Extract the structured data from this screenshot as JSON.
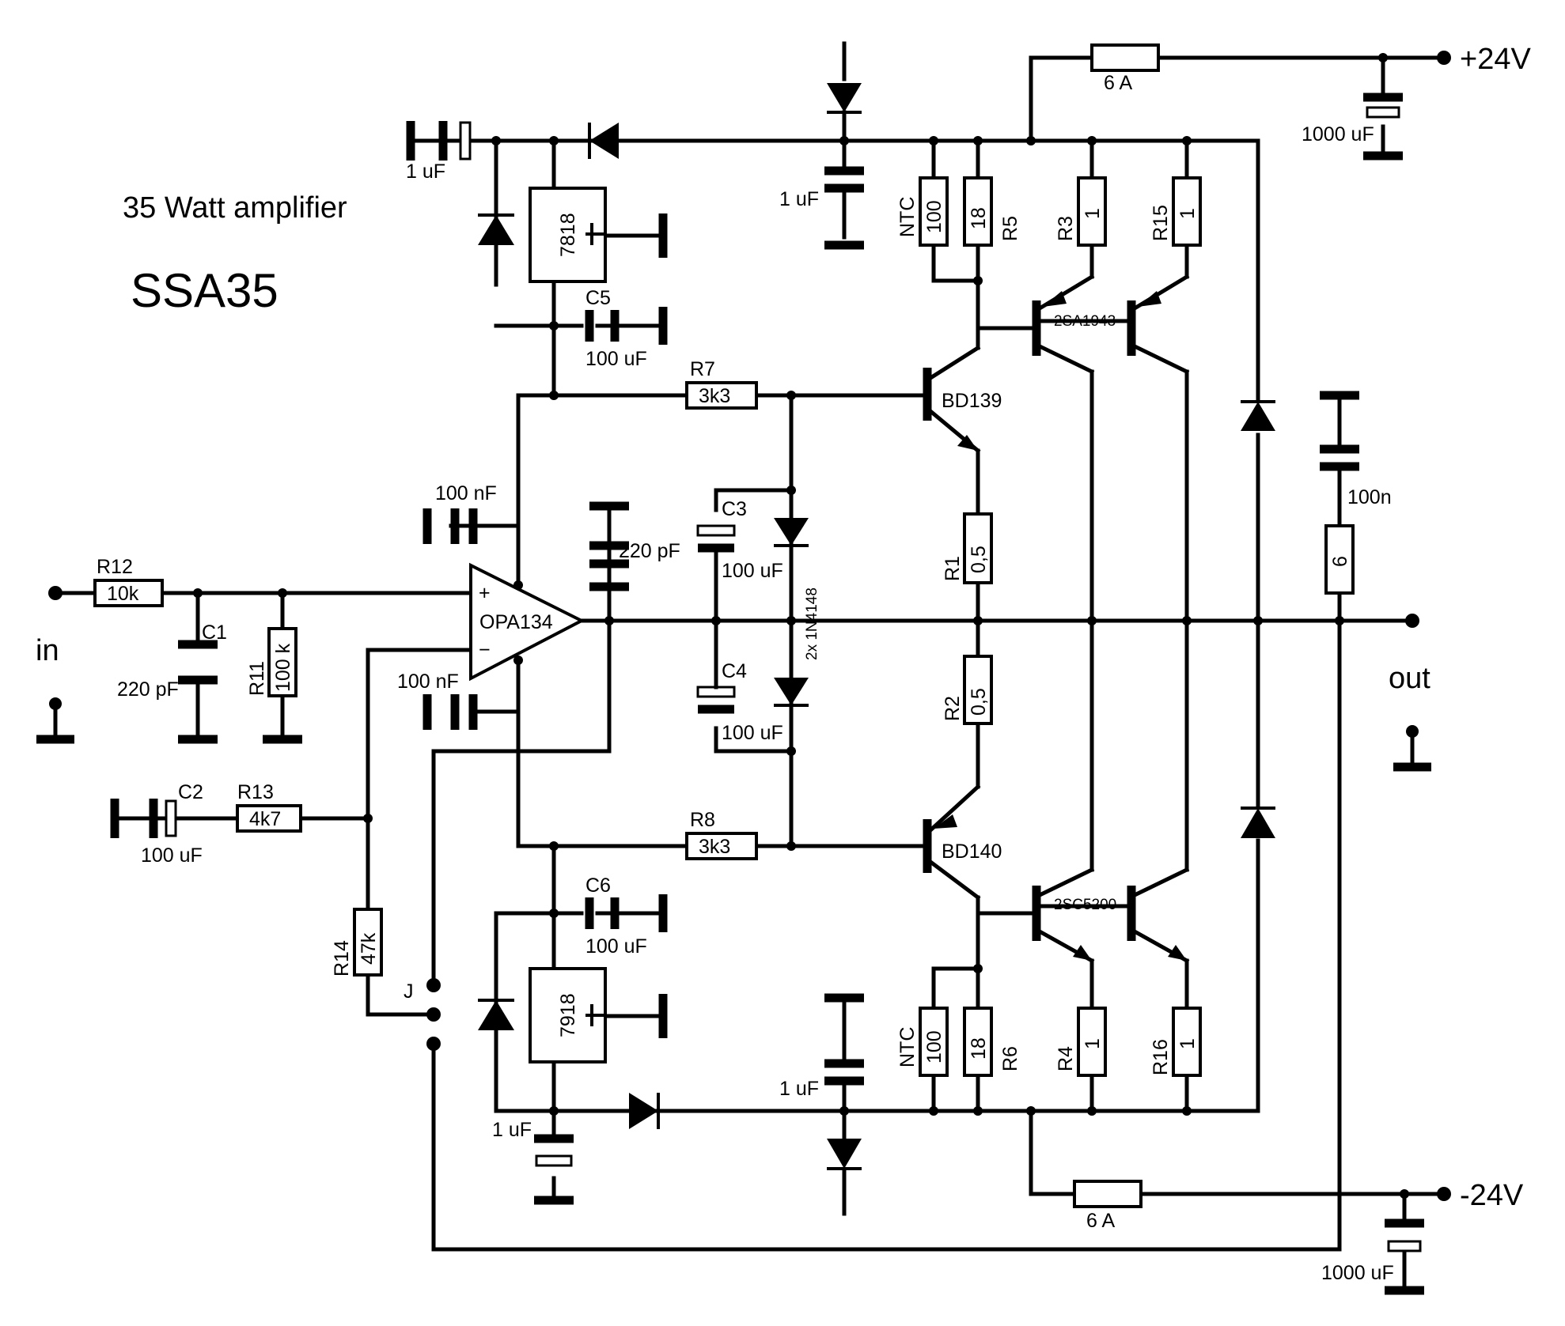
{
  "title": "35 Watt amplifier",
  "model": "SSA35",
  "terminals": {
    "input": "in",
    "output": "out",
    "pos_supply": "+24V",
    "neg_supply": "-24V",
    "jumper": "J"
  },
  "opamp": {
    "name": "OPA134",
    "plus": "+",
    "minus": "−"
  },
  "regulators": {
    "pos": "7818",
    "neg": "7918"
  },
  "transistors": {
    "driver_npn": "BD139",
    "driver_pnp": "BD140",
    "out_pnp": "2SA1943",
    "out_npn": "2SC5200"
  },
  "resistors": {
    "R1": {
      "ref": "R1",
      "value": "0,5"
    },
    "R2": {
      "ref": "R2",
      "value": "0,5"
    },
    "R3": {
      "ref": "R3",
      "value": "1"
    },
    "R4": {
      "ref": "R4",
      "value": "1"
    },
    "R5": {
      "ref": "R5",
      "value": "18"
    },
    "R6": {
      "ref": "R6",
      "value": "18"
    },
    "R7": {
      "ref": "R7",
      "value": "3k3"
    },
    "R8": {
      "ref": "R8",
      "value": "3k3"
    },
    "R11": {
      "ref": "R11",
      "value": "100 k"
    },
    "R12": {
      "ref": "R12",
      "value": "10k"
    },
    "R13": {
      "ref": "R13",
      "value": "4k7"
    },
    "R14": {
      "ref": "R14",
      "value": "47k"
    },
    "R15": {
      "ref": "R15",
      "value": "1"
    },
    "R16": {
      "ref": "R16",
      "value": "1"
    },
    "NTC_top": {
      "ref": "NTC",
      "value": "100"
    },
    "NTC_bot": {
      "ref": "NTC",
      "value": "100"
    },
    "zobel": {
      "value": "6"
    }
  },
  "capacitors": {
    "C1": {
      "ref": "C1",
      "value": "220 pF"
    },
    "C2": {
      "ref": "C2",
      "value": "100 uF"
    },
    "C3": {
      "ref": "C3",
      "value": "100 uF"
    },
    "C4": {
      "ref": "C4",
      "value": "100 uF"
    },
    "C5": {
      "ref": "C5",
      "value": "100 uF"
    },
    "C6": {
      "ref": "C6",
      "value": "100 uF"
    },
    "comp": {
      "value": "220 pF"
    },
    "dec_top": {
      "value": "100 nF"
    },
    "dec_bot": {
      "value": "100 nF"
    },
    "in_top": {
      "value": "1 uF"
    },
    "in_bot": {
      "value": "1 uF"
    },
    "mid_top": {
      "value": "1 uF"
    },
    "mid_bot": {
      "value": "1 uF"
    },
    "bulk_top": {
      "value": "1000 uF"
    },
    "bulk_bot": {
      "value": "1000 uF"
    },
    "zobel": {
      "value": "100n"
    }
  },
  "diodes": {
    "bias": "2x 1N4148"
  },
  "fuses": {
    "top": "6 A",
    "bottom": "6 A"
  }
}
